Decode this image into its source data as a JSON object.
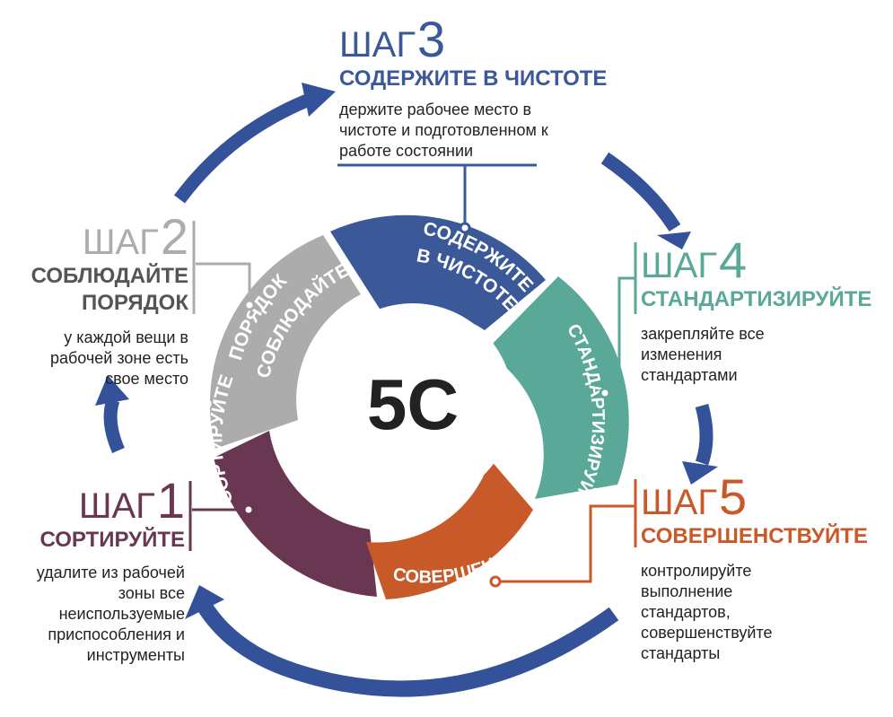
{
  "center_label": "5С",
  "colors": {
    "arrow": "#34529a",
    "step1": "#693752",
    "step2": "#acacad",
    "step3": "#3b5998",
    "step4": "#5aa897",
    "step5": "#c85a2a",
    "hub": "#ffffff",
    "text_dark": "#222222"
  },
  "segments": [
    {
      "label_lines": [
        "СОРТИРУЙТЕ"
      ]
    },
    {
      "label_lines": [
        "СОБЛЮДАЙТЕ",
        "ПОРЯДОК"
      ]
    },
    {
      "label_lines": [
        "СОДЕРЖИТЕ",
        "В ЧИСТОТЕ"
      ]
    },
    {
      "label_lines": [
        "СТАНДАРТИЗИРУЙТЕ"
      ]
    },
    {
      "label_lines": [
        "СОВЕРШЕНСТВУЙТЕ"
      ]
    }
  ],
  "steps": [
    {
      "word": "ШАГ",
      "number": "1",
      "title_lines": [
        "СОРТИРУЙТЕ"
      ],
      "desc_lines": [
        "удалите из рабочей",
        "зоны все",
        "неиспользуемые",
        "приспособления и",
        "инструменты"
      ]
    },
    {
      "word": "ШАГ",
      "number": "2",
      "title_lines": [
        "СОБЛЮДАЙТЕ",
        "ПОРЯДОК"
      ],
      "desc_lines": [
        "у каждой вещи в",
        "рабочей зоне есть",
        "свое место"
      ]
    },
    {
      "word": "ШАГ",
      "number": "3",
      "title_lines": [
        "СОДЕРЖИТЕ В ЧИСТОТЕ"
      ],
      "desc_lines": [
        "держите рабочее место в",
        "чистоте и подготовленном к",
        "работе состоянии"
      ]
    },
    {
      "word": "ШАГ",
      "number": "4",
      "title_lines": [
        "СТАНДАРТИЗИРУЙТЕ"
      ],
      "desc_lines": [
        "закрепляйте все",
        "изменения",
        "стандартами"
      ]
    },
    {
      "word": "ШАГ",
      "number": "5",
      "title_lines": [
        "СОВЕРШЕНСТВУЙТЕ"
      ],
      "desc_lines": [
        "контролируйте",
        "выполнение",
        "стандартов,",
        "совершенствуйте",
        "стандарты"
      ]
    }
  ]
}
